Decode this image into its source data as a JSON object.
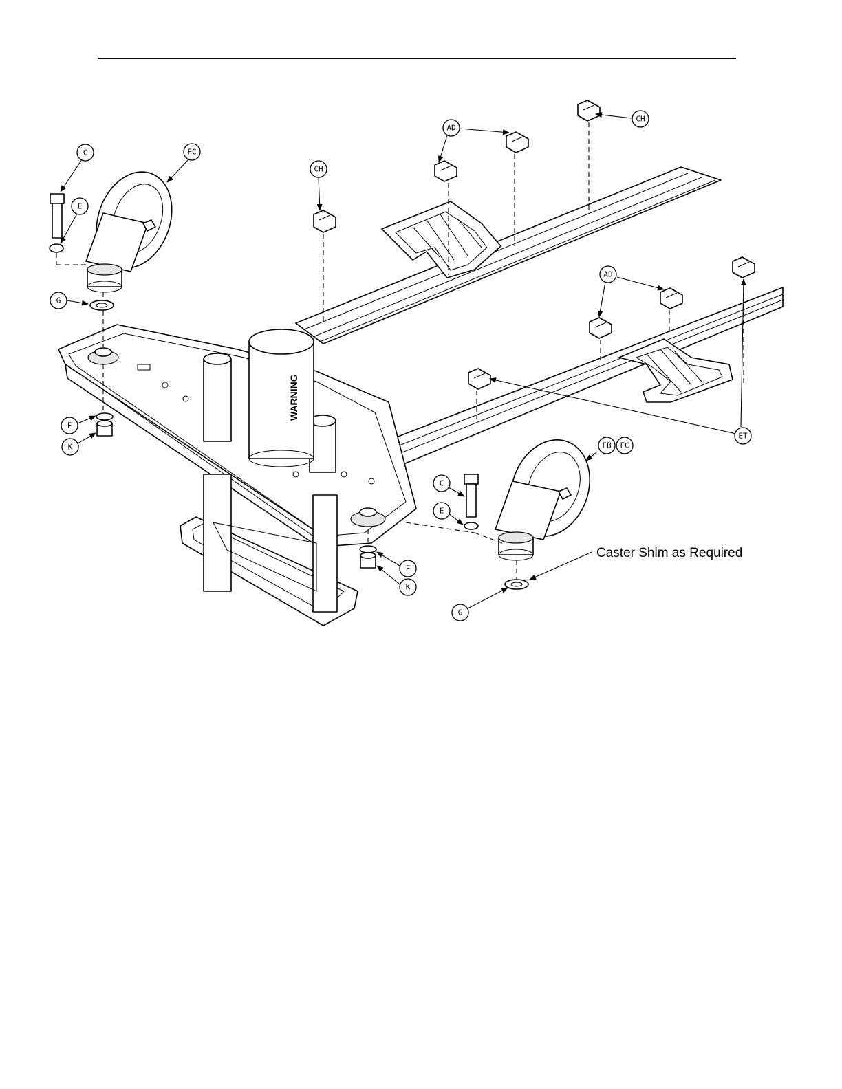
{
  "note": {
    "caster_shim": "Caster Shim as Required"
  },
  "warning_label": "WARNING",
  "callouts": {
    "c_top": "C",
    "fc_top": "FC",
    "e_top": "E",
    "g_top": "G",
    "ch_left": "CH",
    "ad_top": "AD",
    "ch_right": "CH",
    "ad_mid": "AD",
    "et": "ET",
    "f_left": "F",
    "k_left": "K",
    "fb": "FB",
    "fc_bottom": "FC",
    "c_bottom": "C",
    "e_bottom": "E",
    "f_center": "F",
    "k_center": "K",
    "g_bottom": "G"
  }
}
